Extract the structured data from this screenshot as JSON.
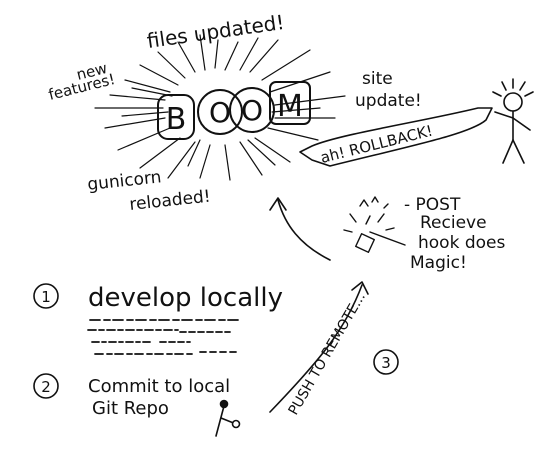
{
  "boom": {
    "letters": [
      "B",
      "O",
      "O",
      "M"
    ],
    "callouts": {
      "files_updated": "files updated!",
      "new_features": [
        "new",
        "features!"
      ],
      "site_update": [
        "site",
        "update!"
      ],
      "gunicorn": [
        "gunicorn",
        "reloaded!"
      ]
    }
  },
  "person": {
    "speech": "ah! ROLLBACK!"
  },
  "hook": {
    "lines": [
      "- POST",
      "Recieve",
      "hook does",
      "Magic!"
    ]
  },
  "steps": [
    {
      "number": "1",
      "lines": [
        "develop locally"
      ]
    },
    {
      "number": "2",
      "lines": [
        "Commit to local",
        "Git Repo"
      ]
    },
    {
      "number": "3",
      "lines": [
        "PUSH TO REMOTE..."
      ]
    }
  ]
}
